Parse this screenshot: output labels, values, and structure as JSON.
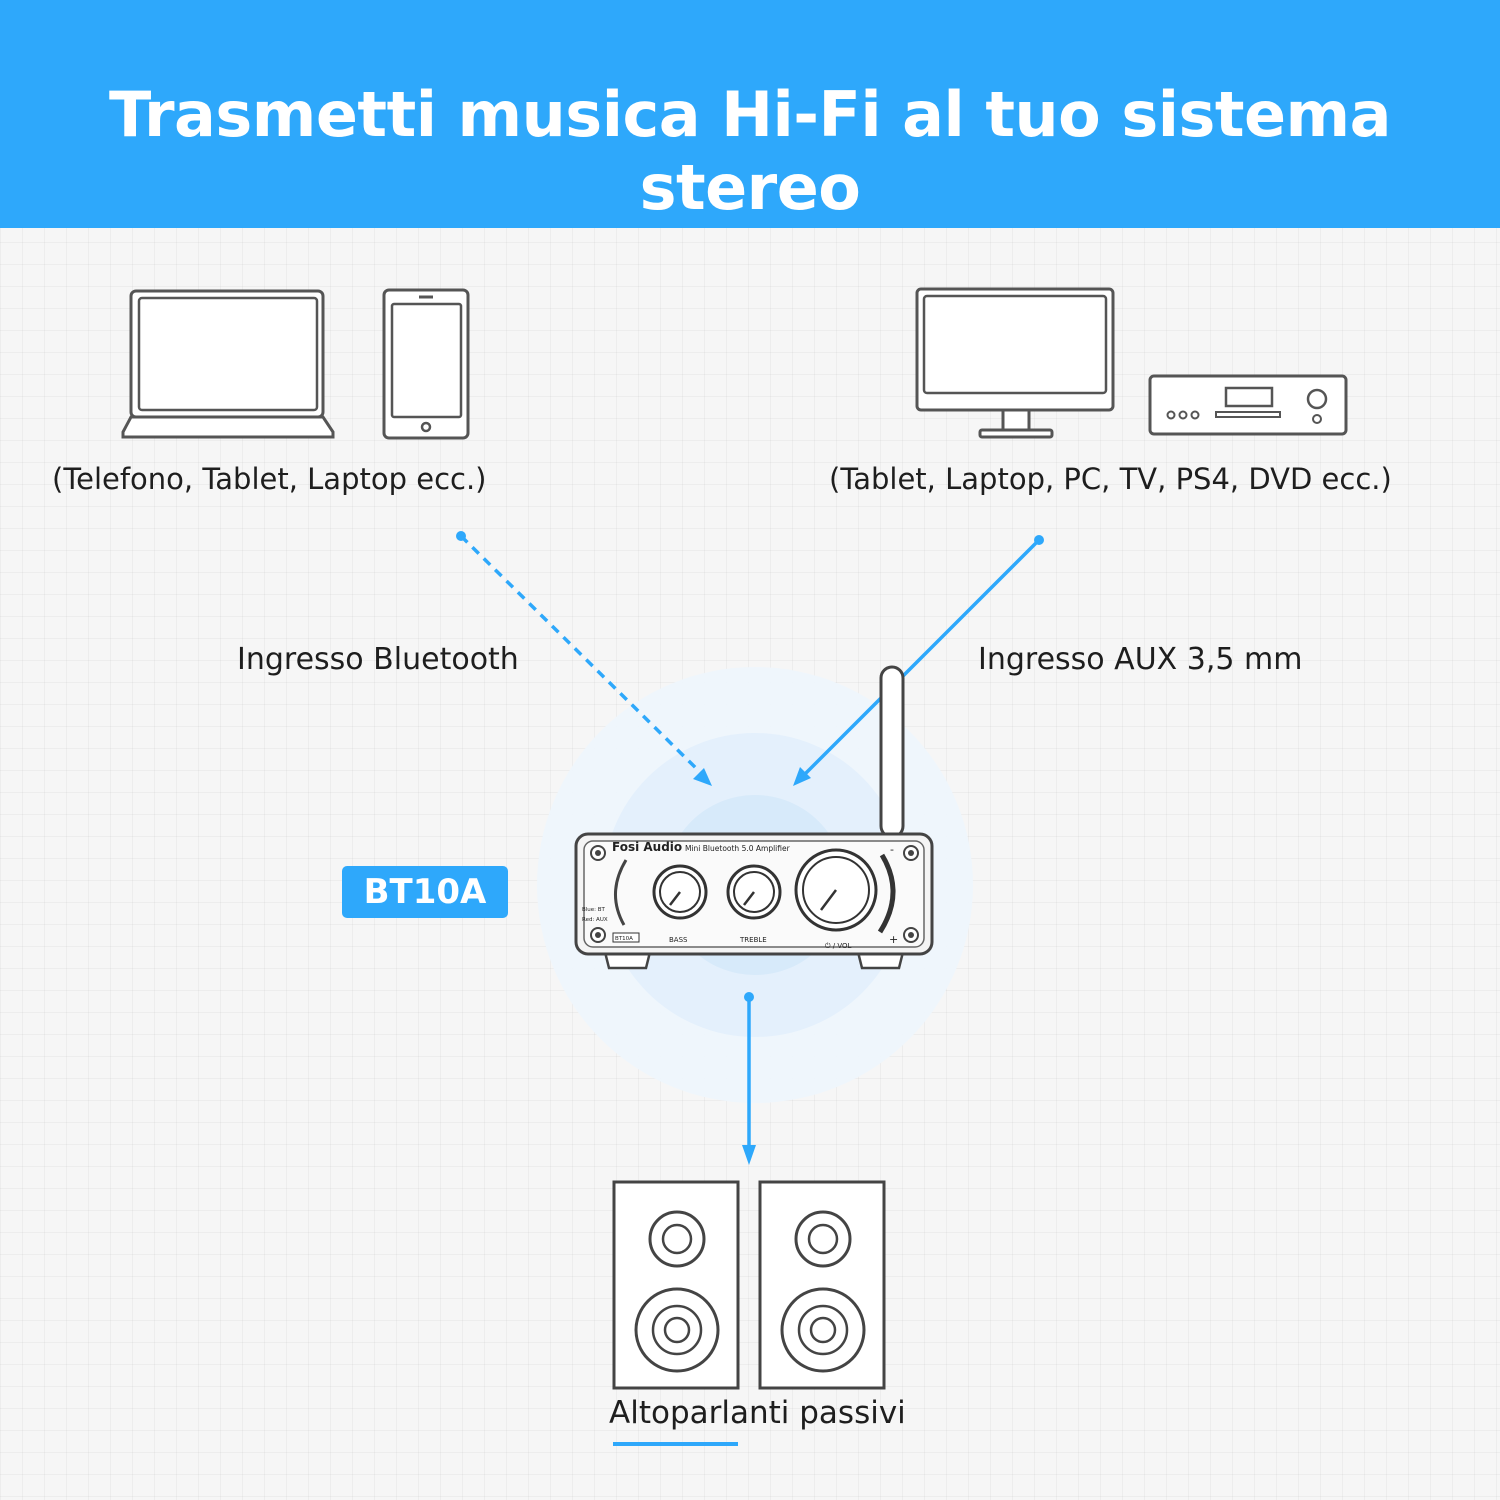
{
  "banner": {
    "title": "Trasmetti musica Hi-Fi al tuo sistema stereo"
  },
  "sources": {
    "left_caption": "(Telefono, Tablet, Laptop ecc.)",
    "right_caption": "(Tablet, Laptop, PC, TV, PS4, DVD ecc.)"
  },
  "inputs": {
    "bluetooth_label": "Ingresso Bluetooth",
    "aux_label": "Ingresso AUX 3,5 mm"
  },
  "amplifier": {
    "model_badge": "BT10A",
    "brand": "Fosi Audio",
    "subtitle": "Mini Bluetooth 5.0 Amplifier",
    "knob_bass": "BASS",
    "knob_treble": "TREBLE",
    "knob_vol": "⏻ / VOL",
    "led_blue": "Blue: BT",
    "led_red": "Red: AUX",
    "panel_badge": "BT10A",
    "vol_minus": "-",
    "vol_plus": "+"
  },
  "output": {
    "speakers_label": "Altoparlanti passivi"
  },
  "colors": {
    "accent": "#2ea8fb",
    "line": "#555555",
    "background": "#f6f6f6"
  },
  "icons": [
    "laptop-icon",
    "smartphone-icon",
    "monitor-icon",
    "dvd-player-icon",
    "amplifier-icon",
    "speaker-icon"
  ]
}
